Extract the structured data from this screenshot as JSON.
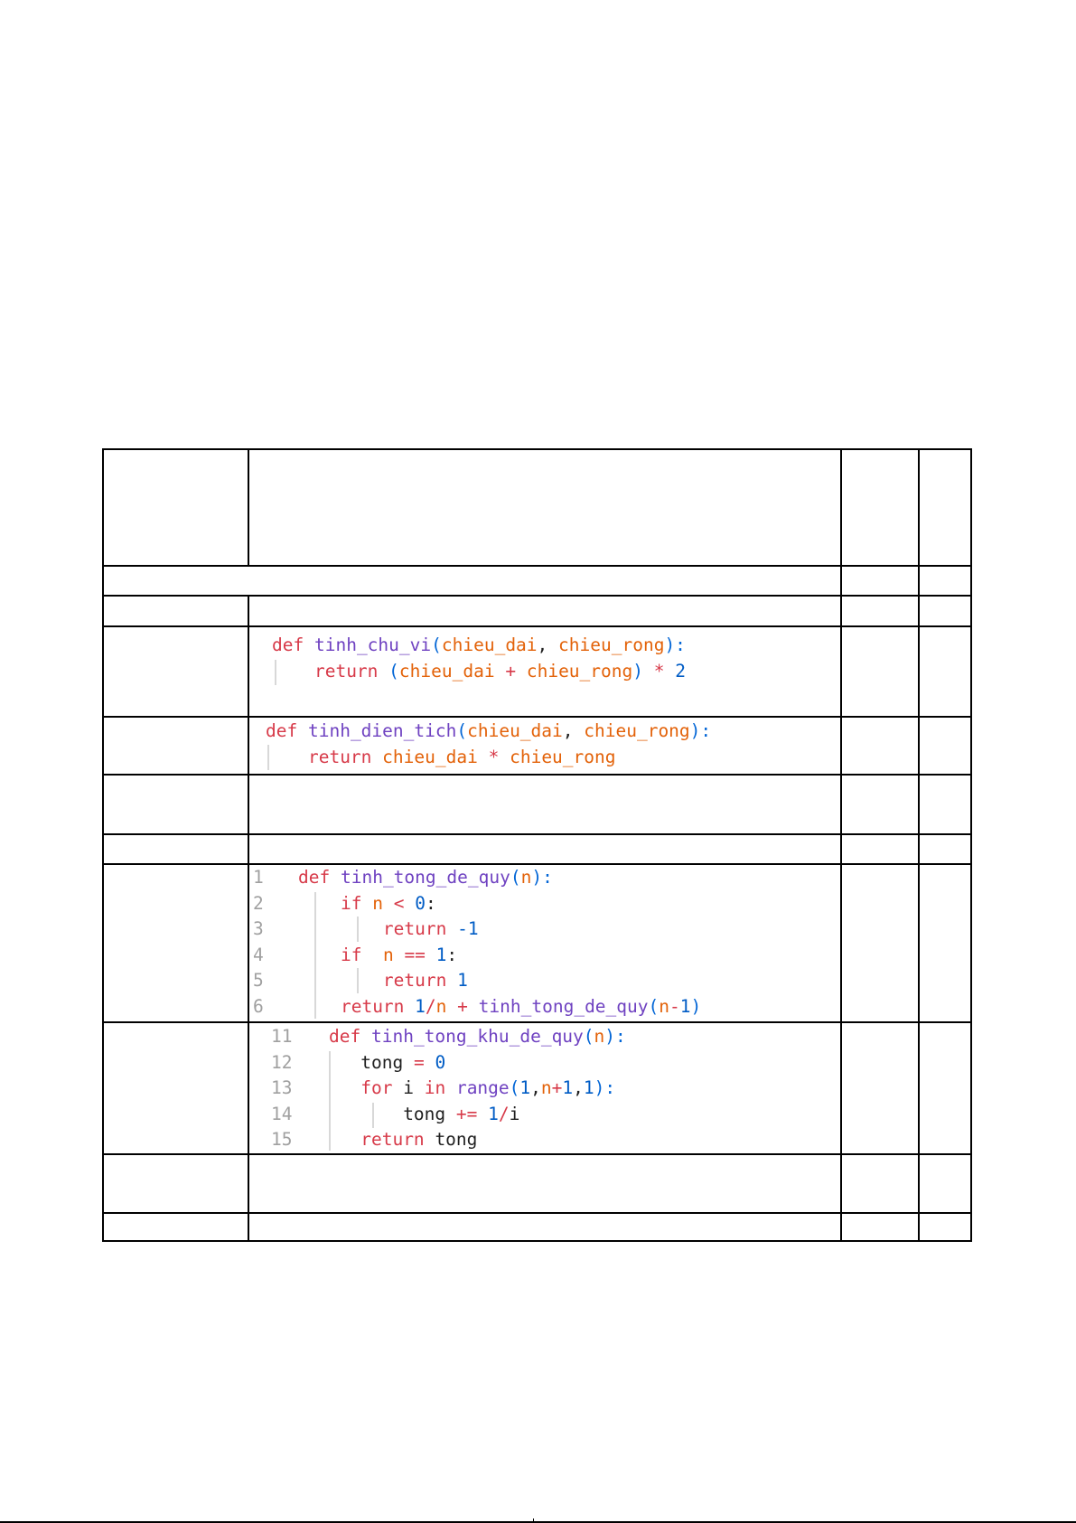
{
  "code_blocks": {
    "chu_vi": {
      "line1": {
        "kw": "def",
        "fn": "tinh_chu_vi",
        "open": "(",
        "p1": "chieu_dai",
        "comma": ", ",
        "p2": "chieu_rong",
        "close": "):"
      },
      "line2": {
        "kw": "return",
        "open": "(",
        "a": "chieu_dai",
        "op": "+",
        "b": "chieu_rong",
        "close": ")",
        "mul": "*",
        "num": "2"
      }
    },
    "dien_tich": {
      "line1": {
        "kw": "def",
        "fn": "tinh_dien_tich",
        "open": "(",
        "p1": "chieu_dai",
        "comma": ", ",
        "p2": "chieu_rong",
        "close": "):"
      },
      "line2": {
        "kw": "return",
        "a": "chieu_dai",
        "op": "*",
        "b": "chieu_rong"
      }
    },
    "de_quy": {
      "lines": [
        {
          "n": "1",
          "kw": "def",
          "fn": "tinh_tong_de_quy",
          "open": "(",
          "p": "n",
          "close": "):"
        },
        {
          "n": "2",
          "kw": "if",
          "v": "n",
          "op": "<",
          "num": "0",
          "end": ":"
        },
        {
          "n": "3",
          "kw": "return",
          "num": "-1"
        },
        {
          "n": "4",
          "kw": "if",
          "v": "n",
          "op": "==",
          "num": "1",
          "end": ":"
        },
        {
          "n": "5",
          "kw": "return",
          "num": "1"
        },
        {
          "n": "6",
          "kw": "return",
          "num": "1",
          "div": "/",
          "v": "n",
          "plus": "+",
          "fn": "tinh_tong_de_quy",
          "open": "(",
          "p": "n",
          "minus": "-",
          "num2": "1",
          "close": ")"
        }
      ]
    },
    "khu_de_quy": {
      "lines": [
        {
          "n": "11",
          "kw": "def",
          "fn": "tinh_tong_khu_de_quy",
          "open": "(",
          "p": "n",
          "close": "):"
        },
        {
          "n": "12",
          "v": "tong",
          "op": "=",
          "num": "0"
        },
        {
          "n": "13",
          "kw": "for",
          "v": "i",
          "kw2": "in",
          "fn": "range",
          "open": "(",
          "a": "1",
          "c1": ",",
          "p": "n",
          "plus": "+",
          "b": "1",
          "c2": ",",
          "c": "1",
          "close": "):"
        },
        {
          "n": "14",
          "v": "tong",
          "op": "+=",
          "num": "1",
          "div": "/",
          "v2": "i"
        },
        {
          "n": "15",
          "kw": "return",
          "v": "tong"
        }
      ]
    }
  }
}
